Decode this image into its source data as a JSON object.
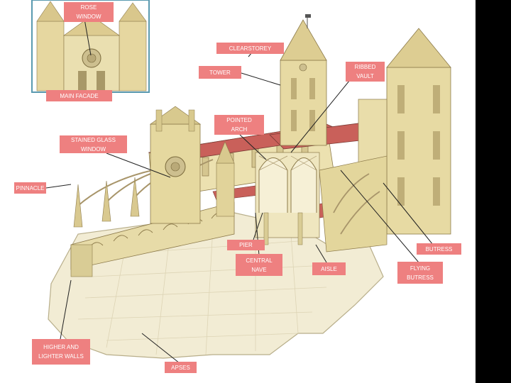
{
  "labels": {
    "rose_window": "ROSE\nWINDOW",
    "clearstorey": "CLEARSTOREY",
    "tower": "TOWER",
    "ribbed_vault": "RIBBED\nVAULT",
    "main_facade": "MAIN FACADE",
    "pointed_arch": "POINTED\nARCH",
    "stained_glass_window": "STAINED GLASS\nWINDOW",
    "pinnacle": "PINNACLE",
    "pier": "PIER",
    "butress": "BUTRESS",
    "central_nave": "CENTRAL\nNAVE",
    "aisle": "AISLE",
    "flying_butress": "FLYING\nBUTRESS",
    "higher_and_lighter_walls": "HIGHER AND\nLIGHTER WALLS",
    "apses": "APSES"
  },
  "colors": {
    "label_bg": "#ee8080",
    "stone": "#e8dcaa",
    "roof": "#c9605a",
    "floor": "#f1ecd6",
    "background": "#000000"
  }
}
